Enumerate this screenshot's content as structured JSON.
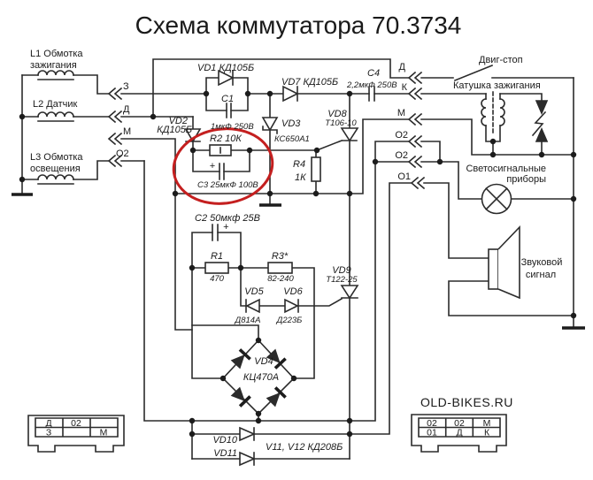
{
  "title": "Схема коммутатора 70.3734",
  "highlight_color": "#c41f1f",
  "windings": {
    "l1a": "L1 Обмотка",
    "l1b": "зажигания",
    "l2": "L2 Датчик",
    "l3a": "L3 Обмотка",
    "l3b": "освещения"
  },
  "pins_left": {
    "z": "З",
    "d": "Д",
    "m": "М",
    "o2": "О2"
  },
  "pins_right": {
    "d": "Д",
    "k": "К",
    "m": "М",
    "o2a": "О2",
    "o2b": "О2",
    "o1": "О1"
  },
  "components": {
    "vd1": "VD1 КД105Б",
    "c1": "C1",
    "c1v": "1мкФ 250В",
    "vd7": "VD7 КД105Б",
    "c4": "C4",
    "c4v": "2,2мкФ 250В",
    "vd2a": "VD2",
    "vd2b": "КД105Б",
    "r2": "R2 10К",
    "c3": "C3 25мкФ 100В",
    "plus": "+",
    "vd3a": "VD3",
    "vd3b": "КС650А1",
    "vd8a": "VD8",
    "vd8b": "Т106-10",
    "r4a": "R4",
    "r4b": "1К",
    "c2": "C2 50мкф 25В",
    "r1a": "R1",
    "r1b": "470",
    "r3a": "R3*",
    "r3b": "82-240",
    "vd5a": "VD5",
    "vd5b": "Д814А",
    "vd6a": "VD6",
    "vd6b": "Д223Б",
    "vd9a": "VD9",
    "vd9b": "Т122-25",
    "vd4a": "VD4",
    "vd4b": "КЦ470А",
    "vd10": "VD10",
    "vd11": "VD11",
    "v1112": "V11, V12 КД208Б"
  },
  "callouts": {
    "dvigstop": "Двиг-стоп",
    "coil": "Катушка зажигания",
    "light1": "Светосигнальные",
    "light2": "приборы",
    "horn1": "Звуковой",
    "horn2": "сигнал"
  },
  "watermark": "OLD-BIKES.RU",
  "table_left": {
    "r1c1": "Д",
    "r1c2": "02",
    "r2c1": "З",
    "r2c3": "М"
  },
  "table_right": {
    "r1c1": "02",
    "r1c2": "02",
    "r1c3": "М",
    "r2c1": "01",
    "r2c2": "Д",
    "r2c3": "К"
  }
}
